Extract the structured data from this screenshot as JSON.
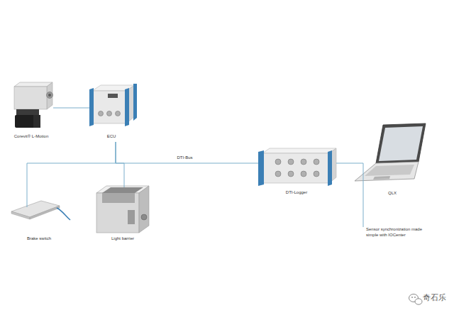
{
  "diagram": {
    "nodes": [
      {
        "text": [
          "Corevit® L-Motion"
        ]
      },
      {
        "text": [
          "ECU"
        ]
      },
      {
        "text": [
          "Brake switch"
        ]
      },
      {
        "text": [
          "Light barrier"
        ]
      },
      {
        "text": [
          "DTI-Logger"
        ]
      },
      {
        "text": [
          "QLX"
        ]
      }
    ],
    "edges": [
      {
        "from": 0,
        "to": 1,
        "arrow": "none"
      },
      {
        "from": 1,
        "to": 2,
        "arrow": "none"
      },
      {
        "from": 1,
        "to": 3,
        "arrow": "none"
      },
      {
        "from": 1,
        "to": 4,
        "label": "DTI-Bus",
        "arrow": "none"
      },
      {
        "from": 4,
        "to": 5,
        "arrow": "none"
      }
    ],
    "labels": [
      "Sensor synchronization made simple with IOCenter",
      "奇石乐"
    ]
  }
}
